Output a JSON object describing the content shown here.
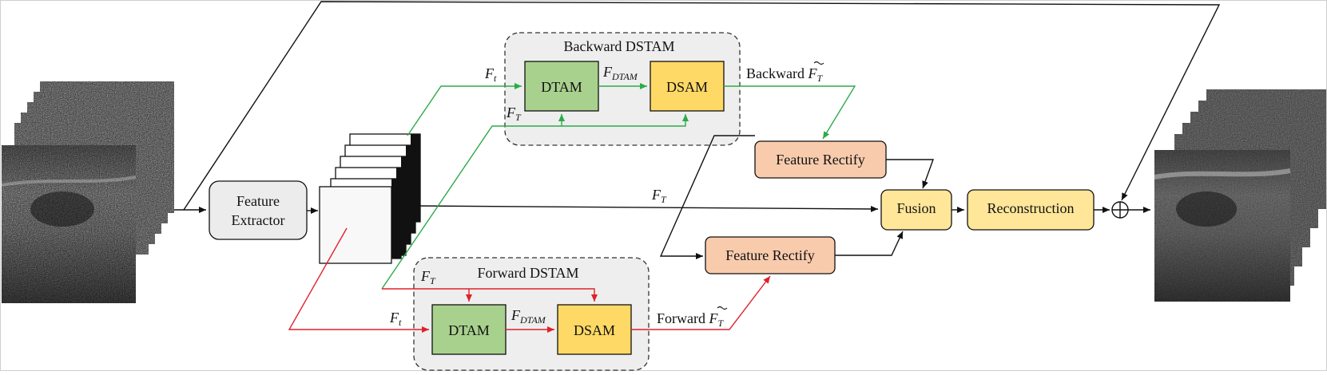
{
  "diagram": {
    "nodes": {
      "feature_extractor": [
        "Feature",
        "Extractor"
      ],
      "backward_dstam_title": "Backward  DSTAM",
      "forward_dstam_title": "Forward  DSTAM",
      "dtam": "DTAM",
      "dsam": "DSAM",
      "feature_rectify": "Feature Rectify",
      "fusion": "Fusion",
      "reconstruction": "Reconstruction"
    },
    "edge_labels": {
      "f_base": "F",
      "sub_t": "t",
      "sub_T": "T",
      "sub_dtam": "DTAM",
      "backward_prefix": "Backward ",
      "forward_prefix": "Forward "
    },
    "colors": {
      "green_box": "#a9d18e",
      "yellow_box": "#ffd966",
      "orange_box": "#f8cbad",
      "light_yellow_box": "#ffe699",
      "grey_box": "#ececec",
      "dstam_bg": "#eeeeee",
      "green_line": "#2eaa4a",
      "red_line": "#e0202a",
      "black_line": "#111111"
    }
  }
}
